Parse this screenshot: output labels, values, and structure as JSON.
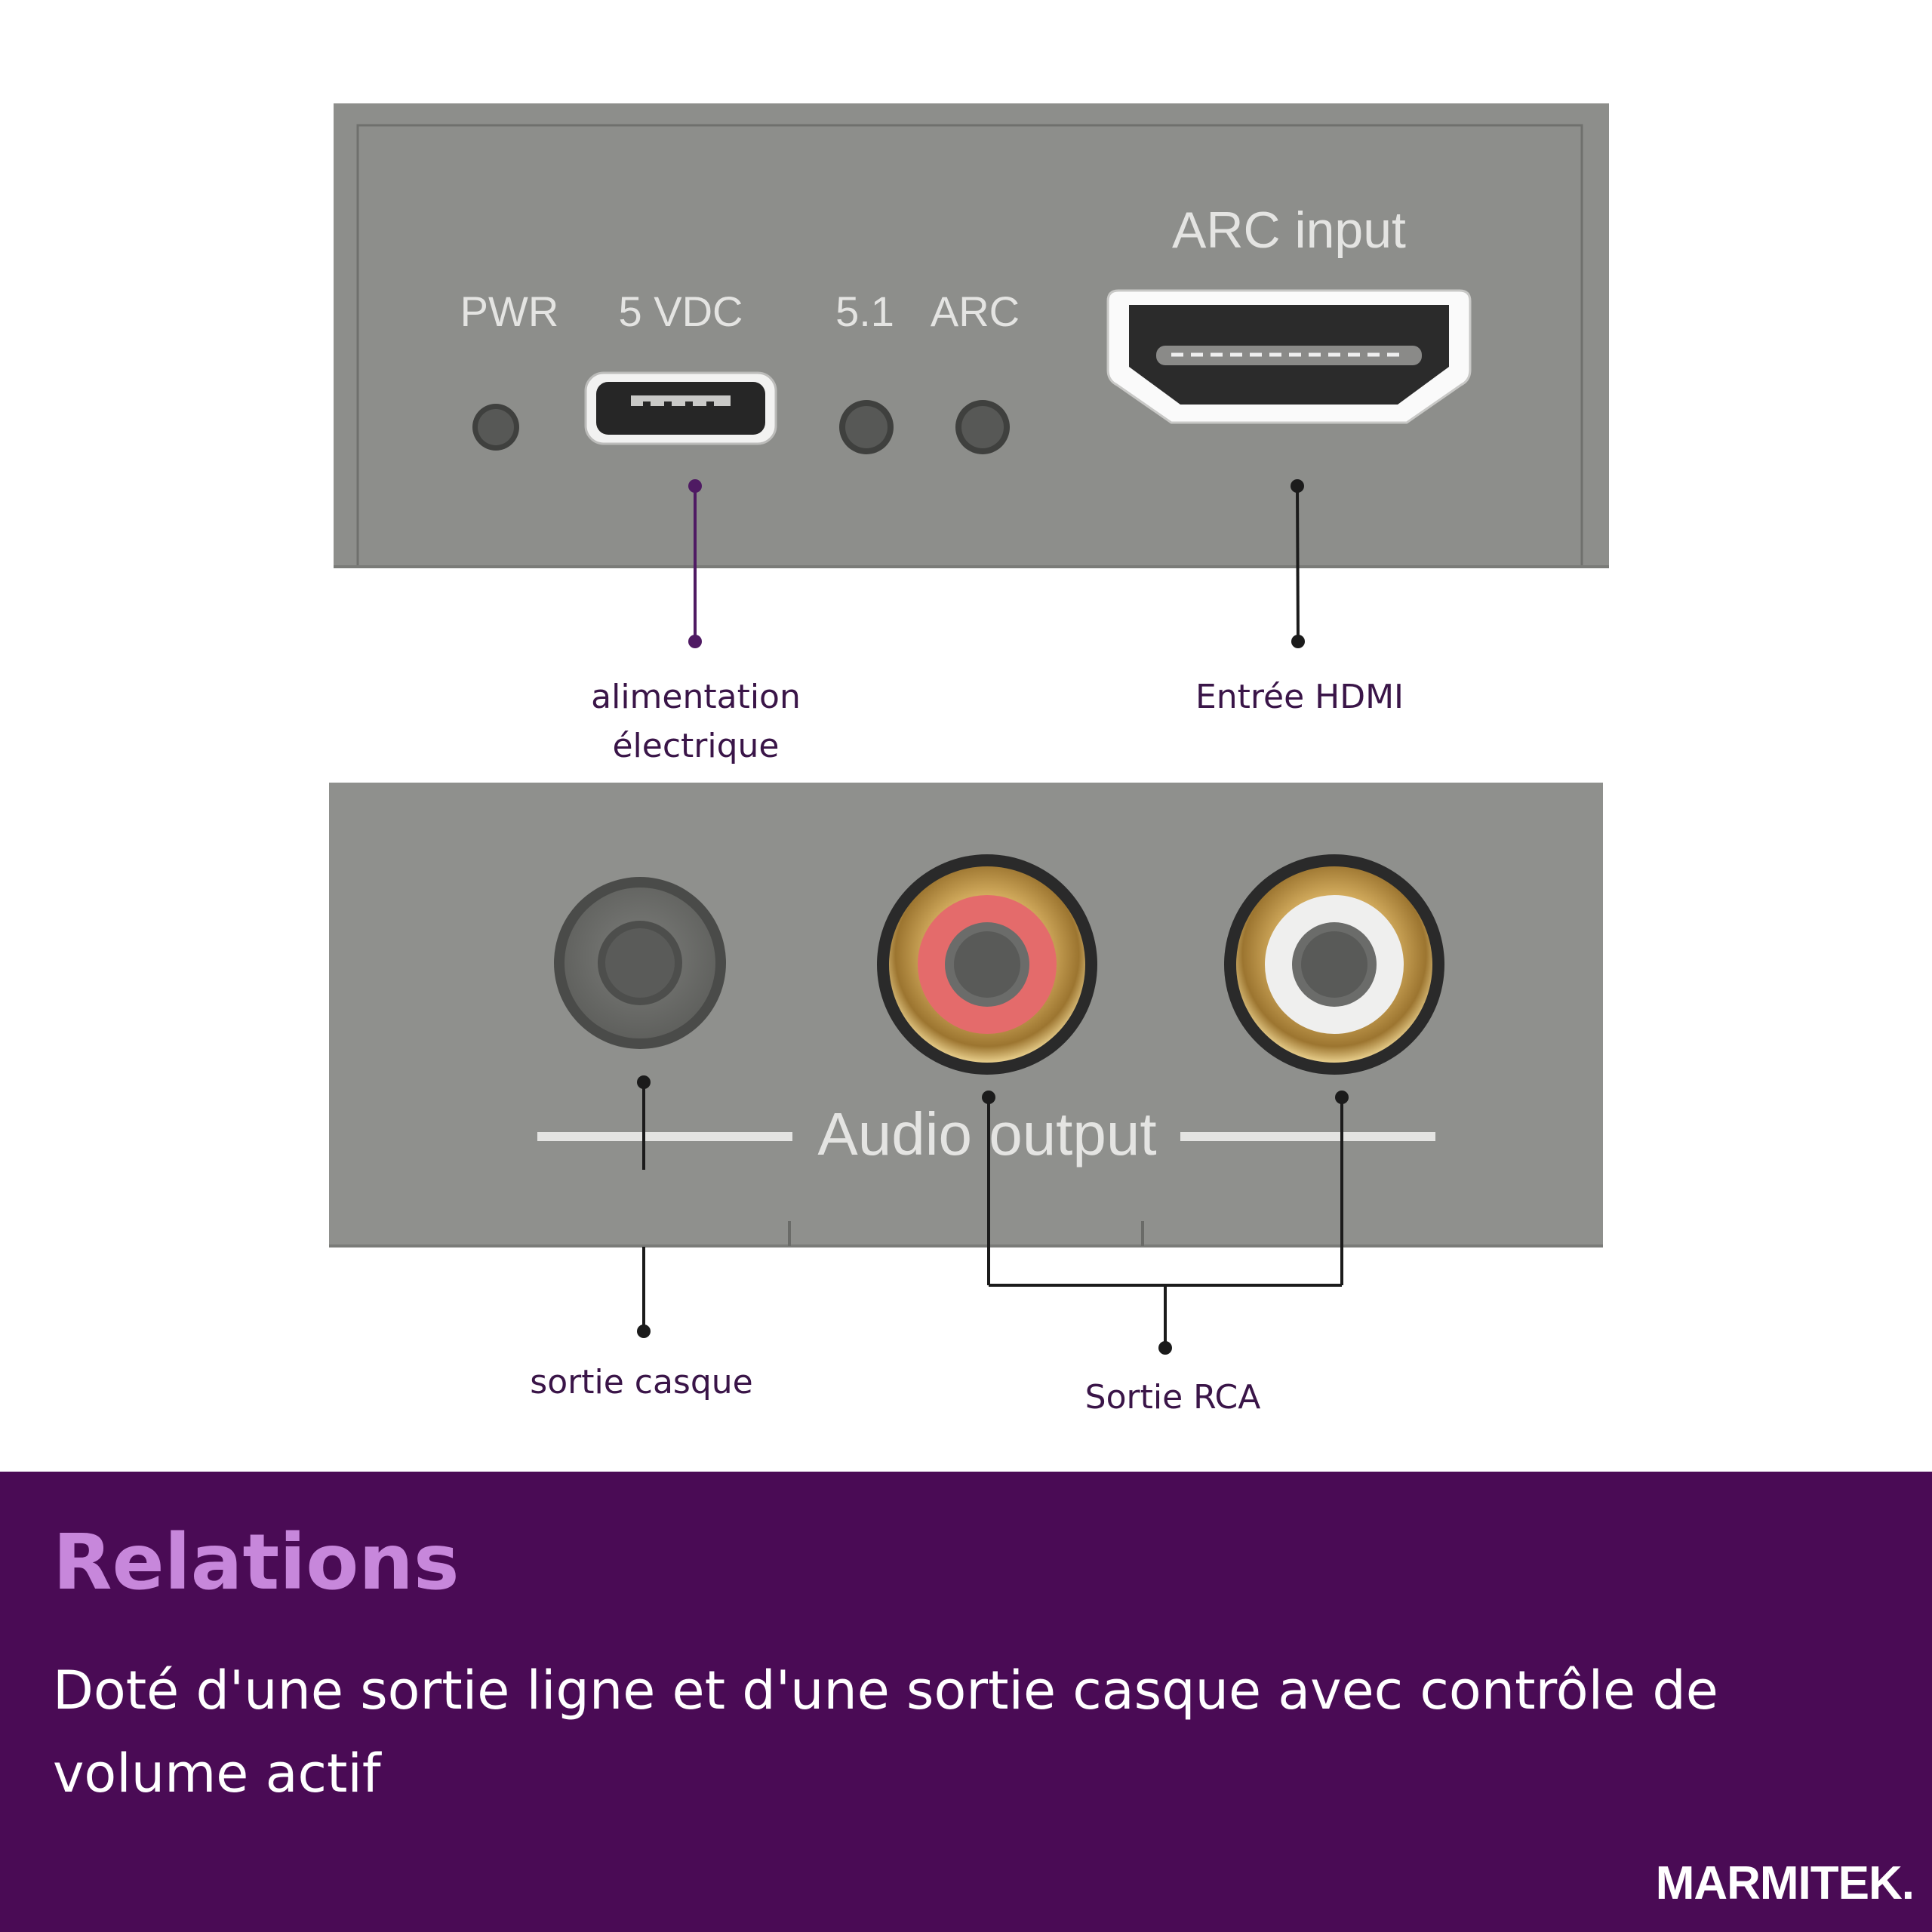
{
  "top_panel": {
    "pwr_label": "PWR",
    "vdc_label": "5 VDC",
    "ch_label": "5.1",
    "arc_label": "ARC",
    "arc_input_label": "ARC input"
  },
  "bottom_panel": {
    "audio_output_label": "Audio output"
  },
  "callouts": {
    "power_line1": "alimentation",
    "power_line2": "électrique",
    "hdmi": "Entrée HDMI",
    "headphone": "sortie casque",
    "rca": "Sortie RCA"
  },
  "banner": {
    "title": "Relations",
    "description": "Doté d'une sortie ligne et d'une sortie casque avec contrôle de volume actif"
  },
  "brand": "MARMITEK.",
  "colors": {
    "panel": "#8d8e8b",
    "banner": "#4a0b55",
    "banner_title": "#c787db",
    "callout_text": "#3a1548",
    "power_callout": "#4f1a63",
    "rca_red": "#e46b6b",
    "gold": "#c9a25a"
  }
}
